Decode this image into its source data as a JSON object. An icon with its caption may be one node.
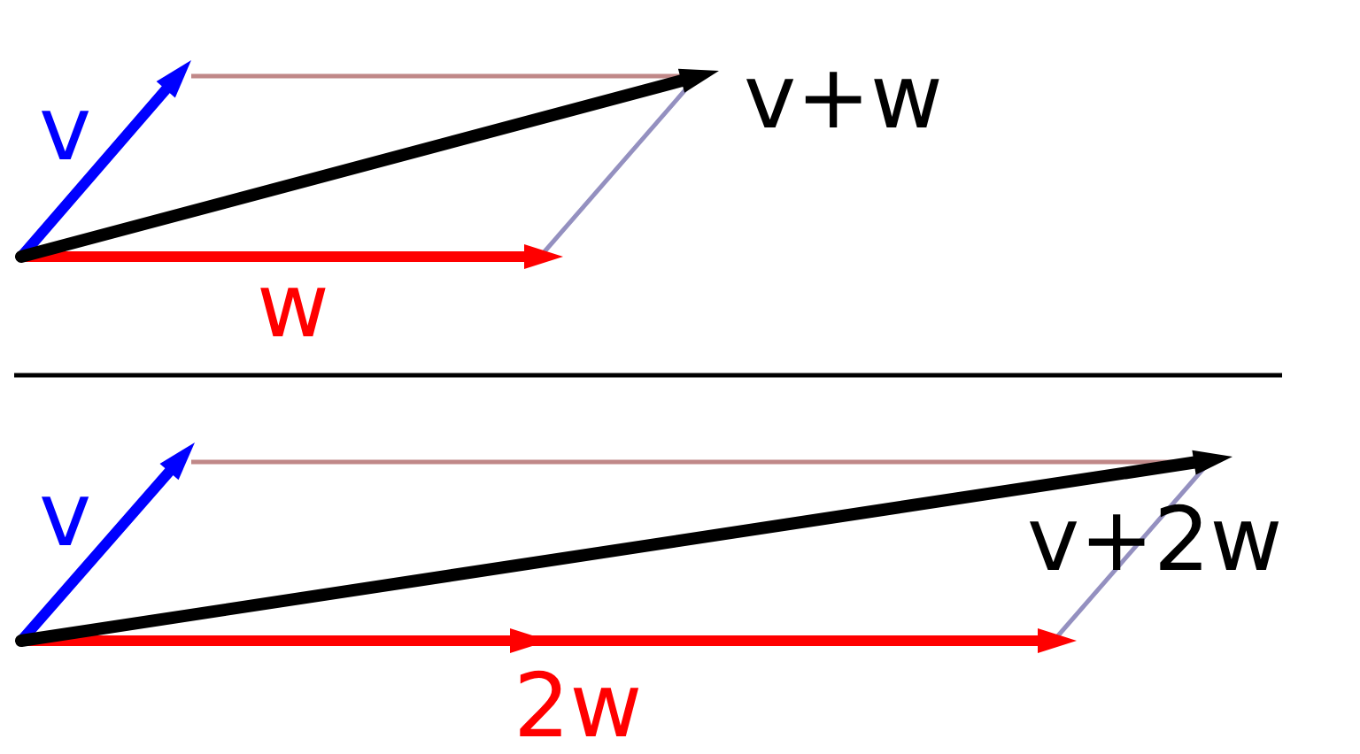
{
  "diagram": {
    "labels": [
      "v",
      "v+w",
      "w",
      "v",
      "v+2w",
      "2w"
    ]
  }
}
